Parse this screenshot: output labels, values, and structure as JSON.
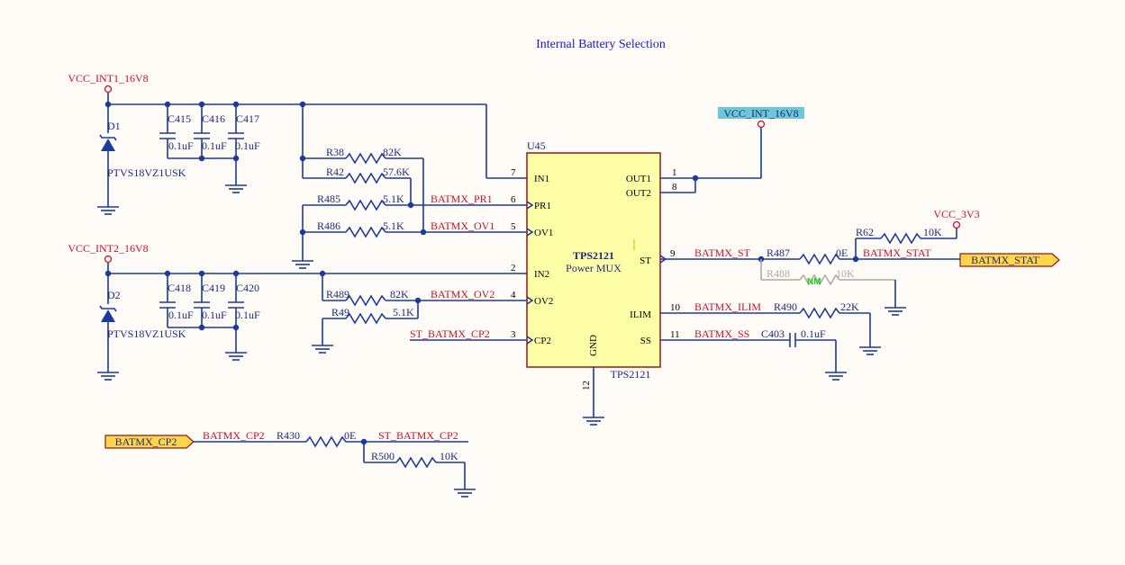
{
  "title": "Internal Battery Selection",
  "power": {
    "vcc_int1": "VCC_INT1_16V8",
    "vcc_int2": "VCC_INT2_16V8",
    "vcc_int": "VCC_INT_16V8",
    "vcc_3v3": "VCC_3V3"
  },
  "diodes": {
    "d1_ref": "D1",
    "d1_part": "PTVS18VZ1USK",
    "d2_ref": "D2",
    "d2_part": "PTVS18VZ1USK"
  },
  "caps": {
    "c415": "C415",
    "c416": "C416",
    "c417": "C417",
    "c418": "C418",
    "c419": "C419",
    "c420": "C420",
    "c403": "C403",
    "val": "0.1uF"
  },
  "resistors": {
    "r38": "R38",
    "r38_val": "82K",
    "r42": "R42",
    "r42_val": "57.6K",
    "r485": "R485",
    "r485_val": "5.1K",
    "r486": "R486",
    "r486_val": "5.1K",
    "r489": "R489",
    "r489_val": "82K",
    "r49": "R49",
    "r49_val": "5.1K",
    "r487": "R487",
    "r487_val": "0E",
    "r488": "R488",
    "r488_val": "10K",
    "r488_nm": "NM",
    "r62": "R62",
    "r62_val": "10K",
    "r490": "R490",
    "r490_val": "22K",
    "r430": "R430",
    "r430_val": "0E",
    "r500": "R500",
    "r500_val": "10K"
  },
  "nets": {
    "pr1": "BATMX_PR1",
    "ov1": "BATMX_OV1",
    "ov2": "BATMX_OV2",
    "st_cp2": "ST_BATMX_CP2",
    "st": "BATMX_ST",
    "stat": "BATMX_STAT",
    "ilim": "BATMX_ILIM",
    "ss": "BATMX_SS",
    "cp2": "BATMX_CP2"
  },
  "ports": {
    "batmx_stat": "BATMX_STAT",
    "batmx_cp2": "BATMX_CP2"
  },
  "chip": {
    "ref": "U45",
    "name": "TPS2121",
    "desc": "Power MUX",
    "footer": "TPS2121",
    "pins": {
      "in1": "IN1",
      "pr1": "PR1",
      "ov1": "OV1",
      "in2": "IN2",
      "ov2": "OV2",
      "cp2": "CP2",
      "out1": "OUT1",
      "out2": "OUT2",
      "st": "ST",
      "ilim": "ILIM",
      "ss": "SS",
      "gnd": "GND"
    },
    "pin_numbers": {
      "in1": "7",
      "pr1": "6",
      "ov1": "5",
      "in2": "2",
      "ov2": "4",
      "cp2": "3",
      "out1": "1",
      "out2": "8",
      "st": "9",
      "ilim": "10",
      "ss": "11",
      "gnd": "12"
    }
  }
}
